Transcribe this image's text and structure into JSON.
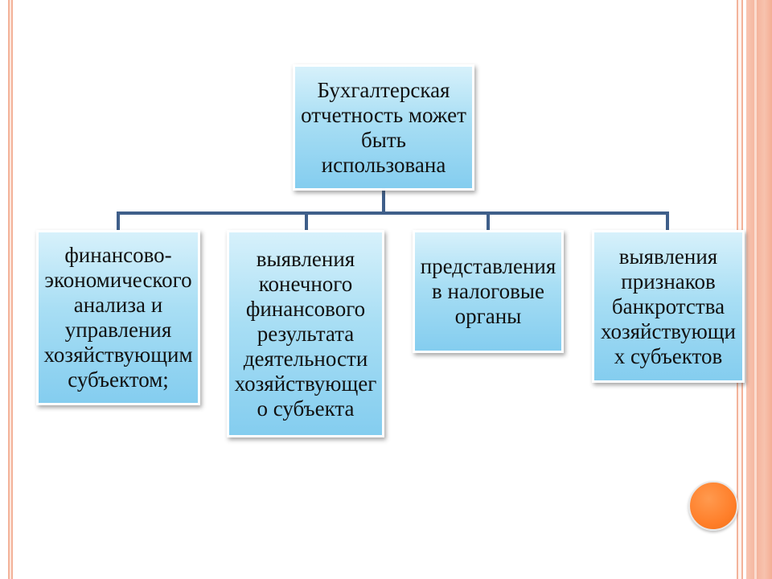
{
  "diagram": {
    "root": {
      "text": "Бухгалтерская\nотчетность может\nбыть\nиспользована"
    },
    "children": [
      {
        "text": "финансово-\nэкономического\nанализа и\nуправления\nхозяйствующим\nсубъектом;"
      },
      {
        "text": "выявления\nконечного\nфинансового\nрезультата\nдеятельности\nхозяйствующег\nо субъекта"
      },
      {
        "text": "представления\nв налоговые\nорганы"
      },
      {
        "text": "выявления\nпризнаков\nбанкротства\nхозяйствующи\nх субъектов"
      }
    ]
  },
  "colors": {
    "box_top": "#d7f1fb",
    "box_bottom": "#84cdef",
    "connector": "#3f5f8a",
    "frame": "#f3b39a",
    "accent_dot": "#ff7f2a"
  }
}
